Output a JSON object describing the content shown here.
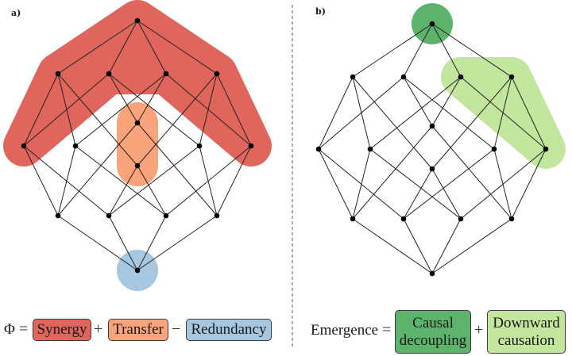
{
  "panel_a": {
    "label": "a)",
    "equation": {
      "lhs": "Φ",
      "equals": "=",
      "terms": [
        {
          "label": "Synergy",
          "color": "#e0655c"
        },
        {
          "op": "+"
        },
        {
          "label": "Transfer",
          "color": "#f9a37a"
        },
        {
          "op": "−"
        },
        {
          "label": "Redundancy",
          "color": "#a7c6e0"
        }
      ]
    },
    "highlights": {
      "synergy": {
        "color": "#e0655c",
        "nodes": [
          "L1",
          "A1",
          "A2",
          "T",
          "A3",
          "A4",
          "R1"
        ]
      },
      "transfer": {
        "color": "#f9a37a",
        "nodes": [
          "MT",
          "MB"
        ]
      },
      "redundancy": {
        "color": "#a7c6e0",
        "nodes": [
          "B"
        ]
      }
    }
  },
  "panel_b": {
    "label": "b)",
    "equation": {
      "lhs": "Emergence",
      "equals": "=",
      "terms": [
        {
          "label_line1": "Causal",
          "label_line2": "decoupling",
          "color": "#5db36b"
        },
        {
          "op": "+"
        },
        {
          "label_line1": "Downward",
          "label_line2": "causation",
          "color": "#c3e69e"
        }
      ]
    },
    "highlights": {
      "causal_decoupling": {
        "color": "#5db36b",
        "nodes": [
          "T"
        ]
      },
      "downward_causation": {
        "color": "#c3e69e",
        "nodes": [
          "A3",
          "A4",
          "R1"
        ]
      }
    }
  },
  "lattice": {
    "nodes": [
      "T",
      "A1",
      "A2",
      "A3",
      "A4",
      "L1",
      "L2",
      "MT",
      "MB",
      "R2",
      "R1",
      "B1",
      "B2",
      "B3",
      "B4",
      "B"
    ],
    "edges": [
      [
        "T",
        "A1"
      ],
      [
        "T",
        "A2"
      ],
      [
        "T",
        "A3"
      ],
      [
        "T",
        "A4"
      ],
      [
        "A1",
        "L1"
      ],
      [
        "A1",
        "L2"
      ],
      [
        "A1",
        "MB"
      ],
      [
        "A2",
        "L1"
      ],
      [
        "A2",
        "MT"
      ],
      [
        "A2",
        "R2"
      ],
      [
        "A3",
        "L2"
      ],
      [
        "A3",
        "MT"
      ],
      [
        "A3",
        "R1"
      ],
      [
        "A4",
        "MB"
      ],
      [
        "A4",
        "R2"
      ],
      [
        "A4",
        "R1"
      ],
      [
        "L1",
        "B1"
      ],
      [
        "L1",
        "B2"
      ],
      [
        "L2",
        "B1"
      ],
      [
        "L2",
        "B3"
      ],
      [
        "MT",
        "B1"
      ],
      [
        "MT",
        "B4"
      ],
      [
        "MB",
        "B2"
      ],
      [
        "MB",
        "B3"
      ],
      [
        "R2",
        "B2"
      ],
      [
        "R2",
        "B4"
      ],
      [
        "R1",
        "B3"
      ],
      [
        "R1",
        "B4"
      ],
      [
        "B1",
        "B"
      ],
      [
        "B2",
        "B"
      ],
      [
        "B3",
        "B"
      ],
      [
        "B4",
        "B"
      ]
    ]
  }
}
